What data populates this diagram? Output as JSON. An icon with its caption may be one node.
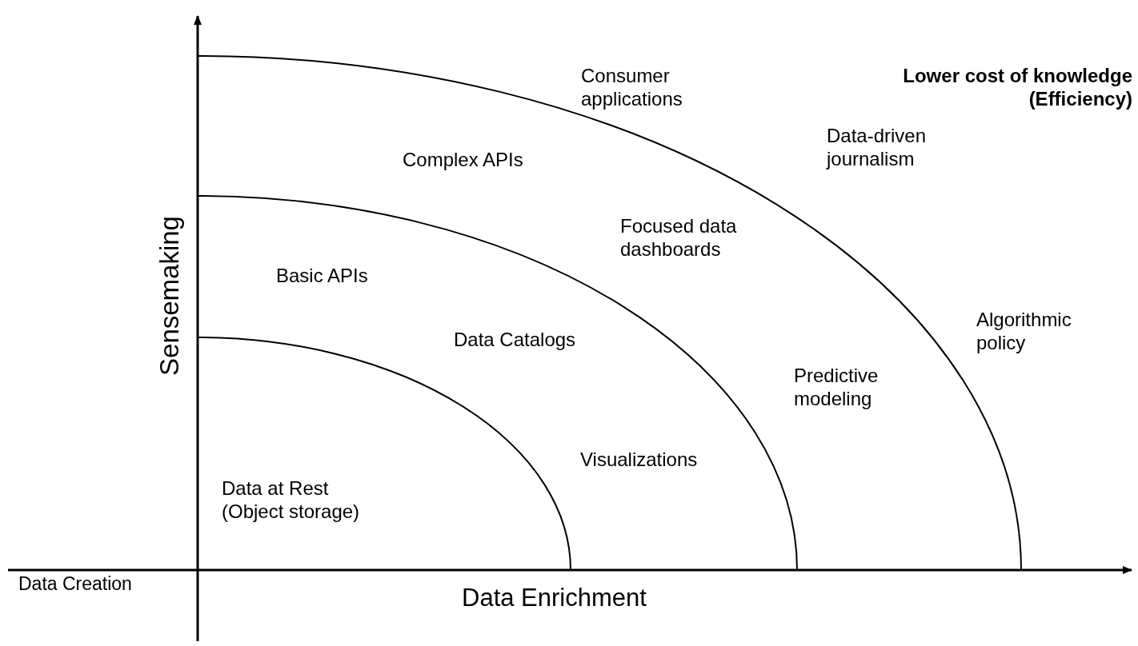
{
  "diagram": {
    "labels": [
      "Consumer applications",
      "Lower cost of knowledge (Efficiency)",
      "Complex APIs",
      "Data-driven journalism",
      "Focused data dashboards",
      "Sensemaking",
      "Basic APIs",
      "Algorithmic policy",
      "Data Catalogs",
      "Predictive modeling",
      "Visualizations",
      "Data at Rest (Object storage)",
      "Data Creation",
      "Data Enrichment"
    ]
  }
}
